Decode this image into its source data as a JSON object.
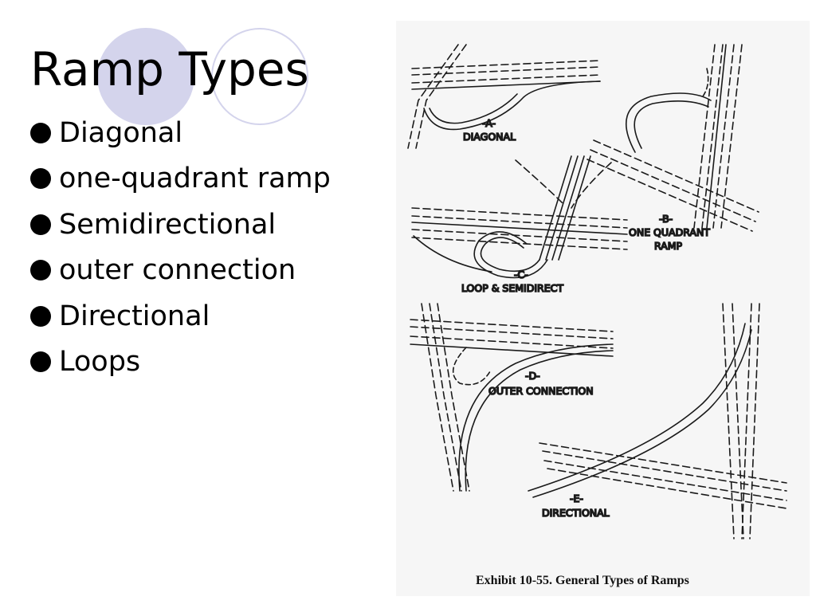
{
  "slide": {
    "title": "Ramp Types",
    "bullets": [
      "Diagonal",
      "one-quadrant ramp",
      "Semidirectional",
      "outer connection",
      "Directional",
      "Loops"
    ]
  },
  "figure": {
    "labels": {
      "a_letter": "-A-",
      "a_name": "DIAGONAL",
      "b_letter": "-B-",
      "b_name1": "ONE QUADRANT",
      "b_name2": "RAMP",
      "c_letter": "-C-",
      "c_name": "LOOP & SEMIDIRECT",
      "d_letter": "-D-",
      "d_name": "OUTER CONNECTION",
      "e_letter": "-E-",
      "e_name": "DIRECTIONAL"
    },
    "caption": "Exhibit 10-55. General Types of Ramps"
  },
  "colors": {
    "circle_fill": "#d4d4ec",
    "figure_background": "#f6f6f6"
  }
}
